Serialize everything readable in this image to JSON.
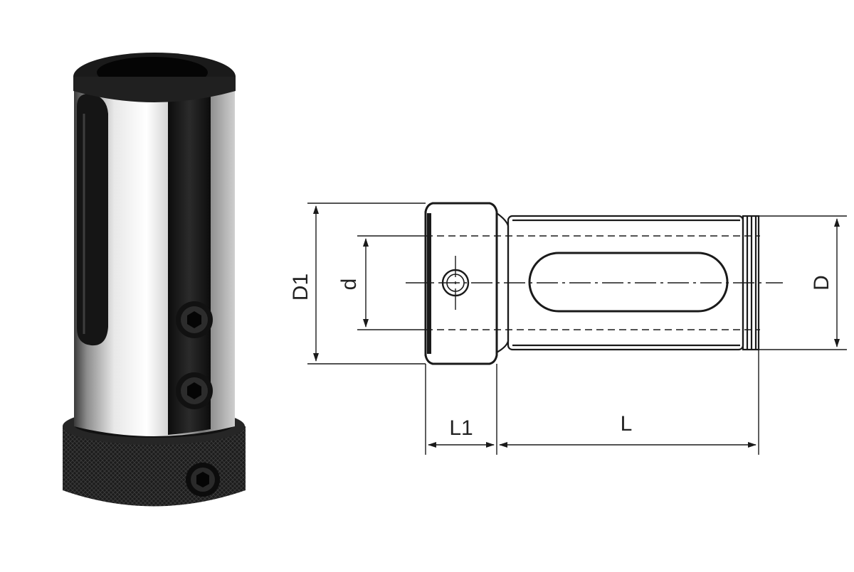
{
  "figure": {
    "photo": {
      "subject": "boring-bar-holder-sleeve"
    },
    "drawing": {
      "labels": {
        "D1": "D1",
        "d": "d",
        "D": "D",
        "L1": "L1",
        "L": "L"
      }
    }
  },
  "colors": {
    "line": "#1a1a1a",
    "steel_dark": "#1a1a1a",
    "steel_light": "#f2f2f2"
  }
}
